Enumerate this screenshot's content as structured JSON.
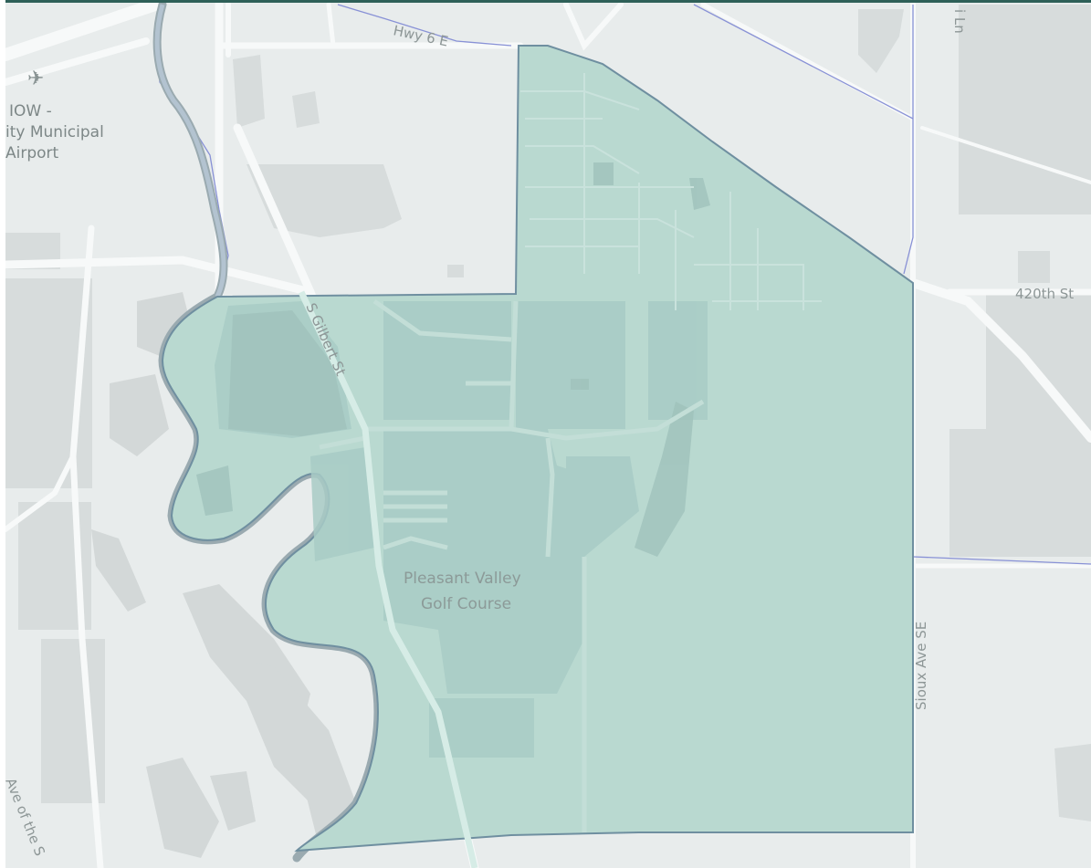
{
  "map": {
    "airport": {
      "line1": "IOW -",
      "line2": "ity Municipal",
      "line3": "Airport",
      "icon": "airplane-icon"
    },
    "roads": {
      "hwy6": "Hwy 6 E",
      "gilbert": "S Gilbert St",
      "sioux": "Sioux Ave SE",
      "st420": "420th St",
      "lane_partial": "i Ln",
      "ave_partial": "Ave of the S"
    },
    "poi": {
      "golf_line1": "Pleasant Valley",
      "golf_line2": "Golf Course"
    },
    "colors": {
      "background": "#e8ecec",
      "region_fill": "#b9d9d0",
      "region_stroke": "#6f8fa0",
      "boundary_line": "#8891d6",
      "road": "#f6f8f8",
      "land_dark": "#d6dbdb",
      "top_bar": "#2e6058"
    }
  }
}
